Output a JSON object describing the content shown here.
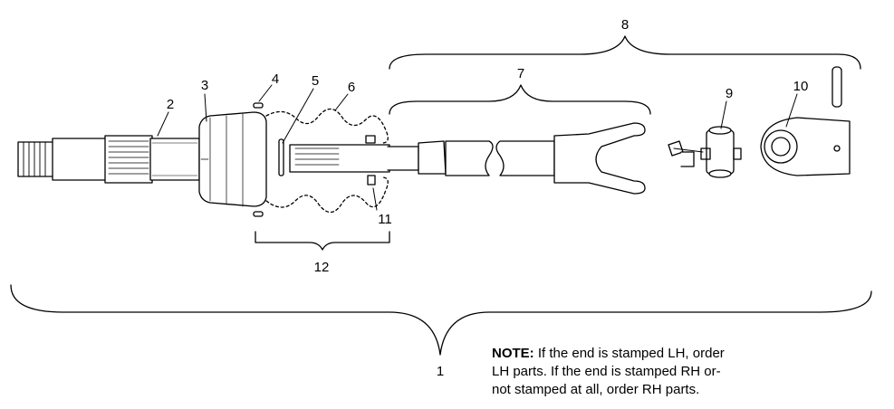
{
  "diagram": {
    "callouts": [
      "1",
      "2",
      "3",
      "4",
      "5",
      "6",
      "7",
      "8",
      "9",
      "10",
      "11",
      "12"
    ],
    "note": {
      "heading": "NOTE:",
      "line1": " If the end is stamped LH, order",
      "line2": "LH parts.  If the end is stamped RH or-",
      "line3": "not stamped at all, order RH parts."
    }
  }
}
